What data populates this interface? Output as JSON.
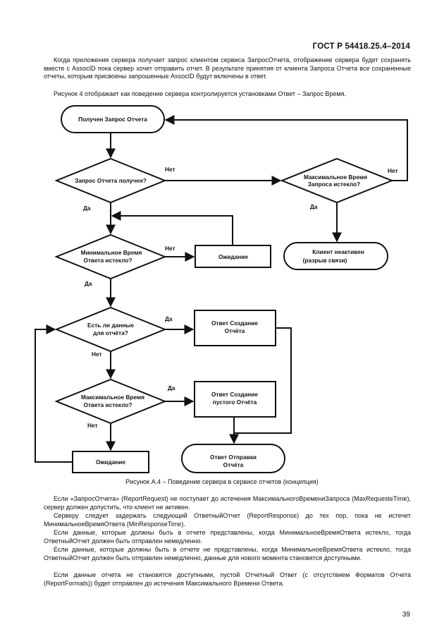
{
  "header": {
    "doc_id": "ГОСТ Р 54418.25.4–2014"
  },
  "intro": {
    "p1": "Когда приложения сервера получает запрос клиентом сервиса ЗапросОтчета, отображение сервера будет сохранять вместе с AssocID пока сервер хочет отправить отчет. В результате принятия от клиента Запроса Отчета все сохраненные отчеты, которым присвоены запрошенные AssocID будут включены в ответ.",
    "p2": "Рисунок 4 отображает как поведение сервера контролируется установками Ответ – Запрос Время."
  },
  "flow": {
    "start": "Получен Запрос Отчета",
    "d_received": "Запрос Отчета получен?",
    "d_max_request": [
      "Максимальное Время",
      "Запроса истекло?"
    ],
    "client_inactive": [
      "Клиент неактивен",
      "(разрыв связи)"
    ],
    "d_min_response": [
      "Минимальное Время",
      "Ответа истекло?"
    ],
    "wait_top": "Ожидание",
    "d_data": [
      "Есть ли данные",
      "для отчёта?"
    ],
    "create_report": [
      "Ответ Создание",
      "Отчёта"
    ],
    "d_max_response": [
      "Максимальное Время",
      "Ответа истекло?"
    ],
    "create_empty": [
      "Ответ Создание",
      "пустого Отчёта"
    ],
    "wait_bottom": "Ожидание",
    "send_report": [
      "Ответ Отправки",
      "Отчёта"
    ],
    "yes": "Да",
    "no": "Нет"
  },
  "caption": "Рисунок А.4 – Поведение сервера в сервисе отчетов (концепция)",
  "body": {
    "p1": "Если «ЗапросОтчета» (ReportRequest) не поступает до истечения МаксимальногоВремениЗапроса (MaxRequesteTime), сервер должен допустить, что клиент не активен.",
    "p2": "Серверу следует задержать следующий ОтветныйОтчет (ReportResponse) до тех пор, пока не истечет МинимальноеВремяОтвета (MinResponseTime).",
    "p3": "Если данные, которые должны быть в отчете представлены, когда МинимальноеВремяОтвета истекло, тогда ОтветныйОтчет должен быть отправлен немедленно.",
    "p4": "Если данные, которые должны быть в отчете не представлены, когда МинимальноеВремяОтвета истекло, тогда ОтветныйОтчет должен быть отправлен немедленно, данные для нового момента становятся доступными.",
    "p5": "Если данные отчета не становятся доступными, пустой Отчетный Ответ (с отсутствием Форматов Отчета (ReportFormats)) будет отправлен до истечения Максимального Времени Ответа."
  },
  "page_number": "39"
}
